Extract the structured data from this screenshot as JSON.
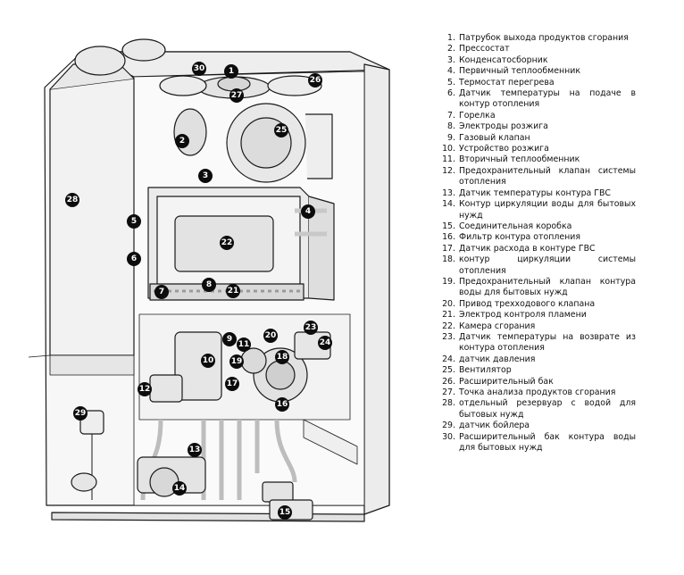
{
  "legend": [
    {
      "num": "1.",
      "text": "Патрубок выхода продуктов сгорания"
    },
    {
      "num": "2.",
      "text": "Прессостат"
    },
    {
      "num": "3.",
      "text": "Конденсатосборник"
    },
    {
      "num": "4.",
      "text": "Первичный теплообменник"
    },
    {
      "num": "5.",
      "text": "Термостат перегрева"
    },
    {
      "num": "6.",
      "text": "Датчик температуры на подаче в контур отопления"
    },
    {
      "num": "7.",
      "text": "Горелка"
    },
    {
      "num": "8.",
      "text": "Электроды розжига"
    },
    {
      "num": "9.",
      "text": "Газовый клапан"
    },
    {
      "num": "10.",
      "text": "Устройство розжига"
    },
    {
      "num": "11.",
      "text": "Вторичный теплообменник"
    },
    {
      "num": "12.",
      "text": "Предохранительный клапан системы отопления"
    },
    {
      "num": "13.",
      "text": "Датчик температуры контура ГВС"
    },
    {
      "num": "14.",
      "text": "Контур циркуляции воды для бытовых нужд"
    },
    {
      "num": "15.",
      "text": "Соединительная коробка"
    },
    {
      "num": "16.",
      "text": "Фильтр контура отопления"
    },
    {
      "num": "17.",
      "text": "Датчик расхода в контуре ГВС"
    },
    {
      "num": "18.",
      "text": "контур циркуляции системы отопления"
    },
    {
      "num": "19.",
      "text": "Предохранительный клапан контура воды для бытовых нужд"
    },
    {
      "num": "20.",
      "text": "Привод трехходового клапана"
    },
    {
      "num": "21.",
      "text": "Электрод контроля пламени"
    },
    {
      "num": "22.",
      "text": "Камера сгорания"
    },
    {
      "num": "23.",
      "text": "Датчик температуры на возврате из контура отопления"
    },
    {
      "num": "24.",
      "text": "датчик давления"
    },
    {
      "num": "25.",
      "text": "Вентилятор"
    },
    {
      "num": "26.",
      "text": "Расширительный бак"
    },
    {
      "num": "27.",
      "text": "Точка анализа продуктов сгорания"
    },
    {
      "num": "28.",
      "text": "отдельный резервуар с водой для бытовых нужд"
    },
    {
      "num": "29.",
      "text": "датчик бойлера"
    },
    {
      "num": "30.",
      "text": "Расширительный бак контура воды для бытовых нужд"
    }
  ],
  "callouts": {
    "c1": "1",
    "c2": "2",
    "c3": "3",
    "c4": "4",
    "c5": "5",
    "c6": "6",
    "c7": "7",
    "c8": "8",
    "c9": "9",
    "c10": "10",
    "c11": "11",
    "c12": "12",
    "c13": "13",
    "c14": "14",
    "c15": "15",
    "c16": "16",
    "c17": "17",
    "c18": "18",
    "c19": "19",
    "c20": "20",
    "c21": "21",
    "c22": "22",
    "c23": "23",
    "c24": "24",
    "c25": "25",
    "c26": "26",
    "c27": "27",
    "c28": "28",
    "c29": "29",
    "c30": "30"
  }
}
